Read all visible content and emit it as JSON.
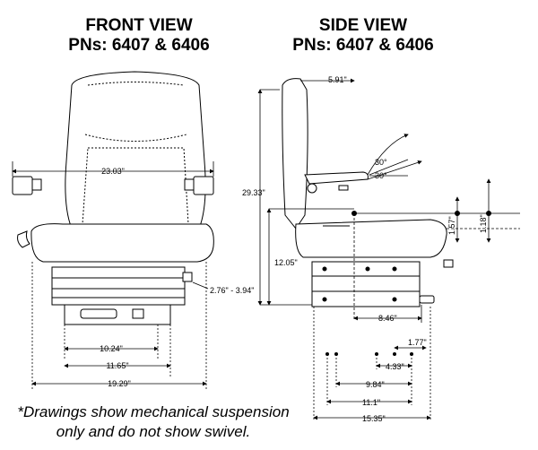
{
  "front": {
    "title_line1": "FRONT VIEW",
    "title_line2": "PNs: 6407 & 6406"
  },
  "side": {
    "title_line1": "SIDE VIEW",
    "title_line2": "PNs: 6407 & 6406"
  },
  "note": {
    "line1": "*Drawings show mechanical suspension",
    "line2": "only and do not show swivel."
  },
  "front_dims": {
    "width_armrest": "23.03\"",
    "height_adjust": "2.76\" - 3.94\"",
    "mount_inner": "10.24\"",
    "mount_outer": "11.65\"",
    "overall_width": "19.29\""
  },
  "side_dims": {
    "headrest": "5.91\"",
    "overall_height": "29.33\"",
    "armrest_up": "30°",
    "armrest_down": "30°",
    "seat_height": "12.05\"",
    "cushion_right": "1.57\"",
    "right_offset": "1.18\"",
    "mount_depth": "8.46\"",
    "slot_a": "1.77\"",
    "slot_b": "4.33\"",
    "slot_c": "9.84\"",
    "slot_d": "11.1\"",
    "overall_depth": "15.35\""
  },
  "colors": {
    "line": "#000000",
    "seat": "#ffffff"
  }
}
